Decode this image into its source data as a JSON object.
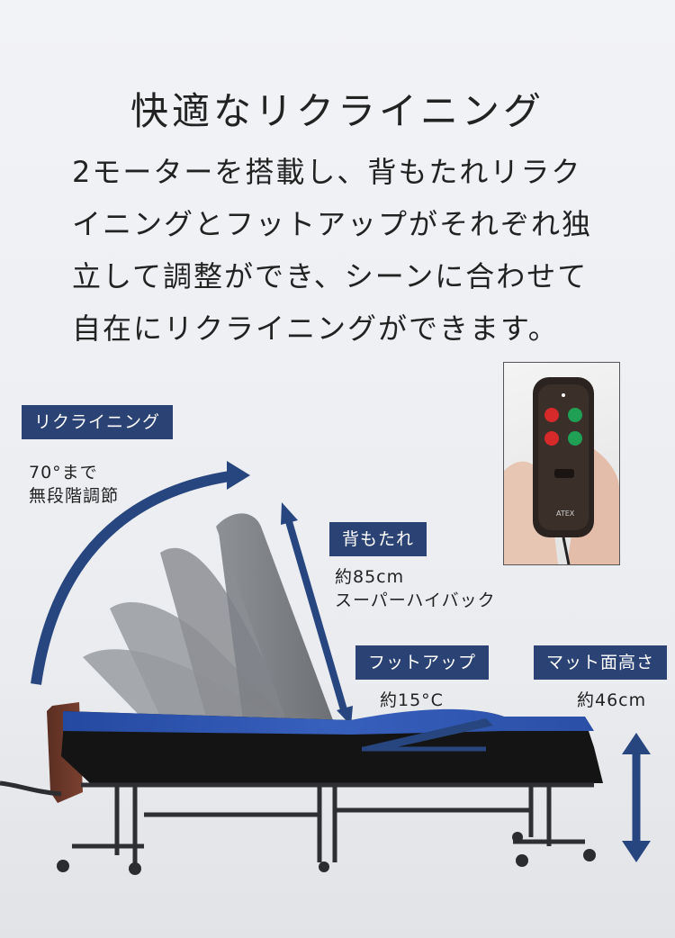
{
  "title": "快適なリクライニング",
  "description_lines": [
    "2モーターを搭載し、背もたれリラク",
    "イニングとフットアップがそれぞれ独",
    "立して調整ができ、シーンに合わせて",
    "自在にリクライニングができます。"
  ],
  "reclining": {
    "label": "リクライニング",
    "detail_lines": [
      "70°まで",
      "無段階調節"
    ]
  },
  "backrest": {
    "label": "背もたれ",
    "detail_lines": [
      "約85cm",
      "スーパーハイバック"
    ]
  },
  "footup": {
    "label": "フットアップ",
    "value": "約15°C"
  },
  "mat_height": {
    "label": "マット面高さ",
    "value": "約46cm"
  },
  "remote": {
    "brand": "ATEX"
  },
  "colors": {
    "accent_navy": "#2b4374",
    "arrow_blue": "#27467f",
    "mattress_blue": "#2f54a8"
  }
}
